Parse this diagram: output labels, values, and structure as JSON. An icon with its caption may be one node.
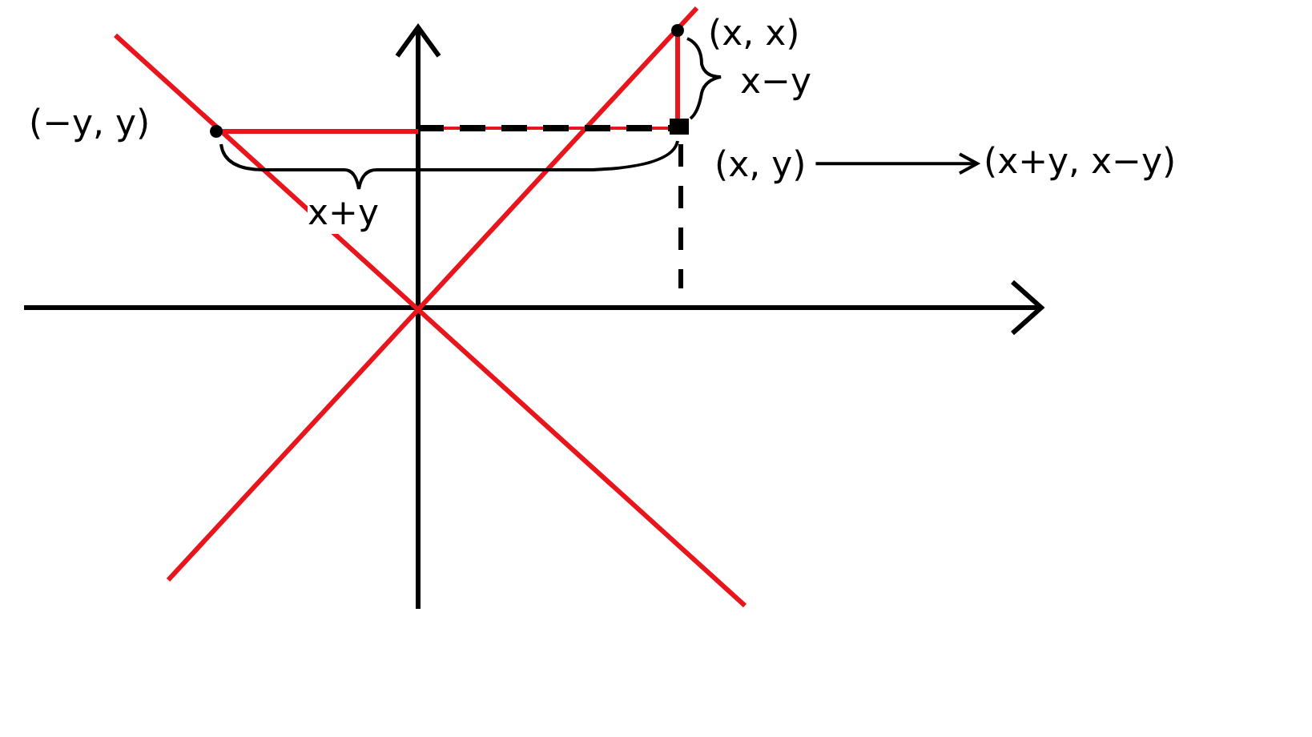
{
  "diagram": {
    "nodes": [
      {
        "text": [
          "(x, x)"
        ]
      },
      {
        "text": [
          "(x, y)"
        ]
      },
      {
        "text": [
          "(x+y, x−y)"
        ]
      },
      {
        "text": [
          "(−y, y)"
        ]
      }
    ],
    "edges": [
      {
        "from": 1,
        "to": 2,
        "arrow": "to"
      }
    ],
    "labels": [
      "x−y",
      "x+y"
    ]
  }
}
